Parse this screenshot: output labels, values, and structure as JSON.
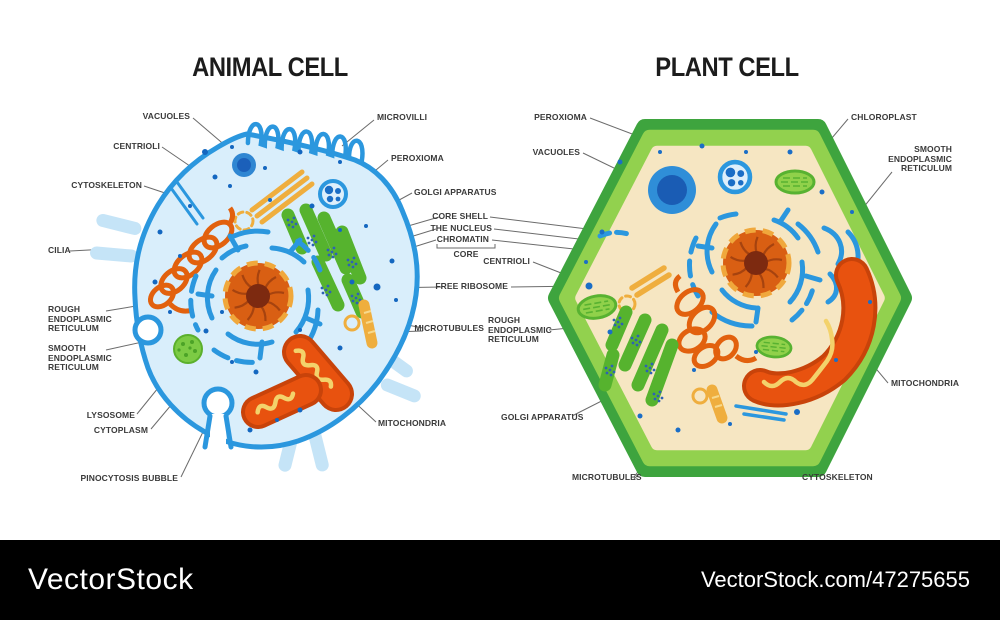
{
  "titles": {
    "animal": "ANIMAL CELL",
    "plant": "PLANT CELL"
  },
  "footer": {
    "logo": "VectorStock",
    "credit": "VectorStock.com/47275655"
  },
  "animal_cell": {
    "labels": {
      "vacuoles": "VACUOLES",
      "centrioli": "CENTRIOLI",
      "cytoskeleton": "CYTOSKELETON",
      "cilia": "CILIA",
      "rough_er": "ROUGH ENDOPLASMIC RETICULUM",
      "smooth_er": "SMOOTH ENDOPLASMIC RETICULUM",
      "lysosome": "LYSOSOME",
      "cytoplasm": "CYTOPLASM",
      "pinocytosis": "PINOCYTOSIS BUBBLE",
      "microvilli": "MICROVILLI",
      "peroxioma": "PEROXIOMA",
      "golgi": "GOLGI APPARATUS",
      "microtubules": "MICROTUBULES",
      "mitochondria": "MITOCHONDRIA"
    }
  },
  "shared_labels": {
    "core_shell": "CORE SHELL",
    "the_nucleus": "THE NUCLEUS",
    "chromatin": "CHROMATIN",
    "core": "CORE",
    "free_ribosome": "FREE RIBOSOME",
    "rough_er": "ROUGH ENDOPLASMIC RETICULUM"
  },
  "plant_cell": {
    "labels": {
      "peroxioma": "PEROXIOMA",
      "vacuoles": "VACUOLES",
      "chloroplast": "CHLOROPLAST",
      "smooth_er": "SMOOTH ENDOPLASMIC RETICULUM",
      "centrioli": "CENTRIOLI",
      "golgi": "GOLGI APPARATUS",
      "microtubules": "MICROTUBULES",
      "cytoskeleton": "CYTOSKELETON",
      "mitochondria": "MITOCHONDRIA"
    }
  },
  "colors": {
    "membrane_blue": "#2b97de",
    "cell_fill": "#d9eefb",
    "cilia": "#c5e4f7",
    "ribosome_dot": "#1467c0",
    "organelle_orange": "#e2610e",
    "mito_fill": "#e8520f",
    "mito_stroke": "#c8430a",
    "mito_crista": "#f3d26b",
    "gold": "#efae3e",
    "golgi_green": "#56b32e",
    "chloro_green": "#90d14a",
    "lysosome_green": "#7ccb44",
    "nucleus_body": "#d95f13",
    "nucleus_rim": "#f0a83c",
    "nucleus_core": "#7d2a10",
    "wall_dark_green": "#3ea43e",
    "wall_light_green": "#92d14e",
    "plant_fill": "#f6e6c2",
    "label_text": "#3a3a3a",
    "leader_line": "#6b6b6b",
    "watermark_bar": "#000000",
    "watermark_text": "#ffffff"
  }
}
